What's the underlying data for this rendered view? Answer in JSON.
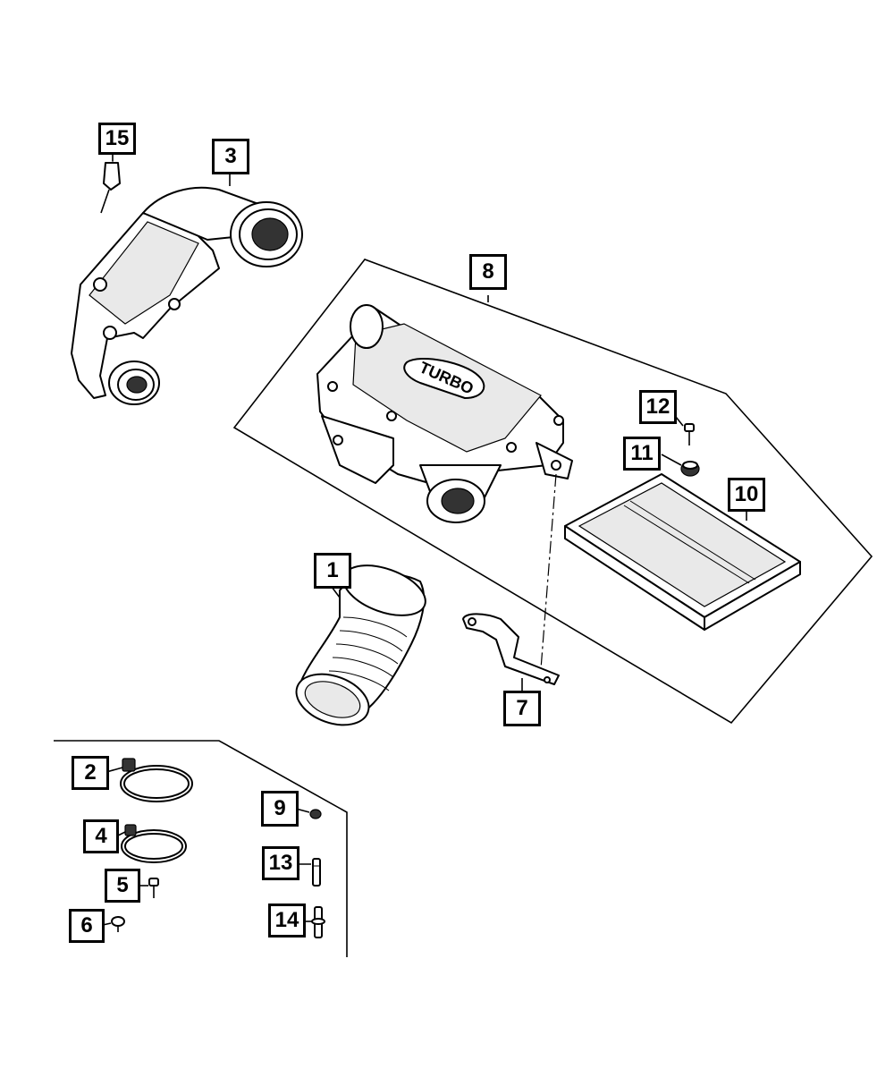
{
  "callouts": {
    "c1": "1",
    "c2": "2",
    "c3": "3",
    "c4": "4",
    "c5": "5",
    "c6": "6",
    "c7": "7",
    "c8": "8",
    "c9": "9",
    "c10": "10",
    "c11": "11",
    "c12": "12",
    "c13": "13",
    "c14": "14",
    "c15": "15"
  },
  "embossed_text": "TURBO",
  "colors": {
    "line": "#000000",
    "background": "#ffffff",
    "fill_shade": "#e9e9e9"
  }
}
